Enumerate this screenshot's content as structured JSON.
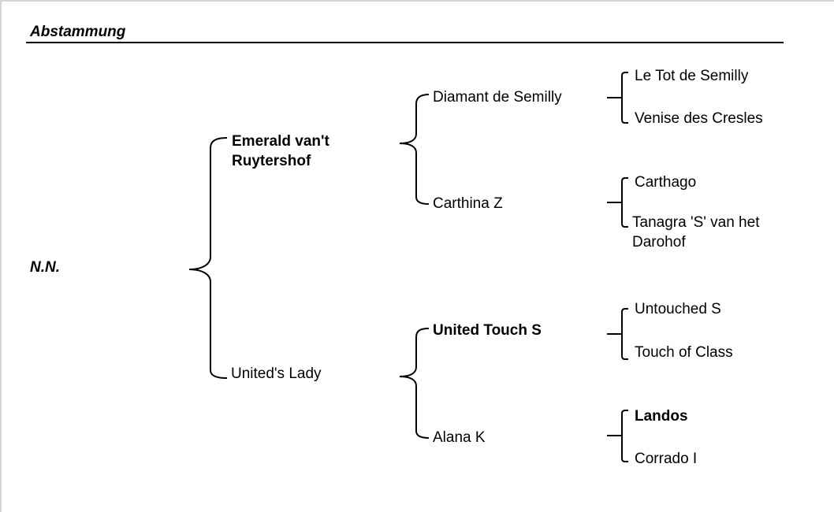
{
  "section": {
    "title": "Abstammung"
  },
  "pedigree": {
    "subject": "N.N.",
    "sire": "Emerald van't\nRuytershof",
    "sire_line1": "Emerald van't",
    "sire_line2": "Ruytershof",
    "dam": "United's Lady",
    "sire_sire": "Diamant de Semilly",
    "sire_dam": "Carthina Z",
    "dam_sire": "United Touch S",
    "dam_dam": "Alana K",
    "sire_sire_sire": "Le Tot de Semilly",
    "sire_sire_dam": "Venise des Cresles",
    "sire_dam_sire": "Carthago",
    "sire_dam_dam_line1": "Tanagra 'S' van het",
    "sire_dam_dam_line2": "Darohof",
    "dam_sire_sire": "Untouched S",
    "dam_sire_dam": "Touch of Class",
    "dam_dam_sire": "Landos",
    "dam_dam_dam": "Corrado I"
  }
}
